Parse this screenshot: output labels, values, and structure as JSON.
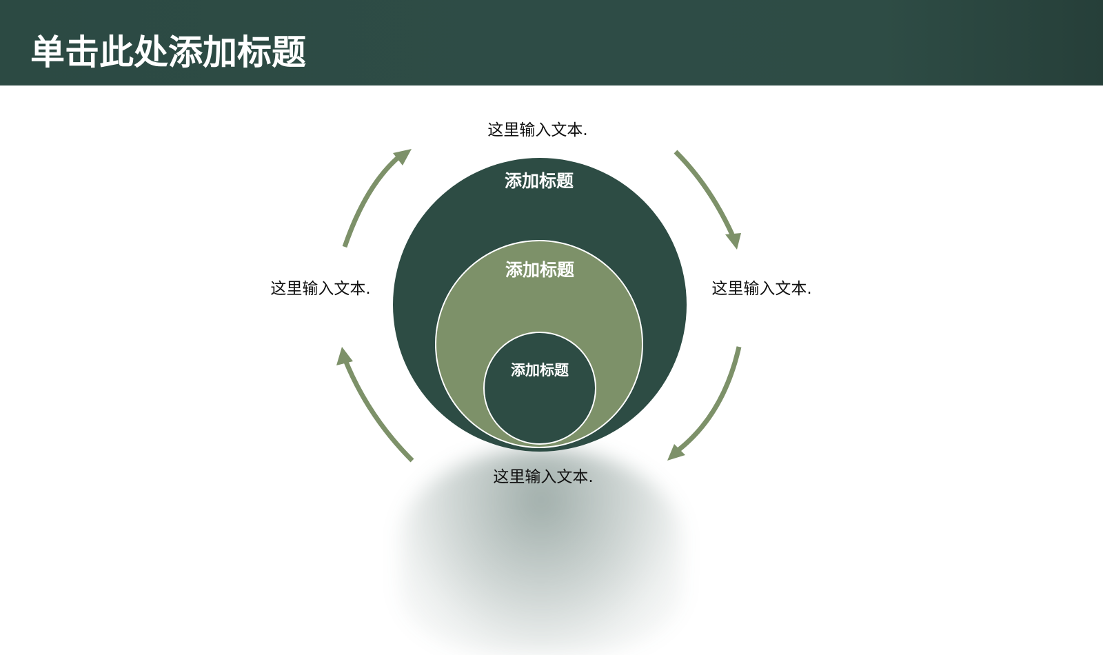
{
  "header": {
    "title": "单击此处添加标题",
    "background_color": "#2d4a44"
  },
  "diagram": {
    "colors": {
      "dark_green": "#2d4c44",
      "sage_green": "#7d9169",
      "ring_stroke": "#ffffff",
      "label_text": "#111111"
    },
    "circles": [
      {
        "id": "outer",
        "title": "添加标题"
      },
      {
        "id": "middle",
        "title": "添加标题"
      },
      {
        "id": "inner",
        "title": "添加标题"
      }
    ],
    "labels": {
      "top": "这里输入文本.",
      "left": "这里输入文本.",
      "right": "这里输入文本.",
      "bottom": "这里输入文本."
    },
    "arrows": [
      {
        "id": "top-left",
        "direction": "clockwise",
        "icon": "curved-arrow-up-right"
      },
      {
        "id": "top-right",
        "direction": "clockwise",
        "icon": "curved-arrow-down-right"
      },
      {
        "id": "bottom-right",
        "direction": "clockwise",
        "icon": "curved-arrow-down-left"
      },
      {
        "id": "bottom-left",
        "direction": "clockwise",
        "icon": "curved-arrow-up-left"
      }
    ]
  }
}
